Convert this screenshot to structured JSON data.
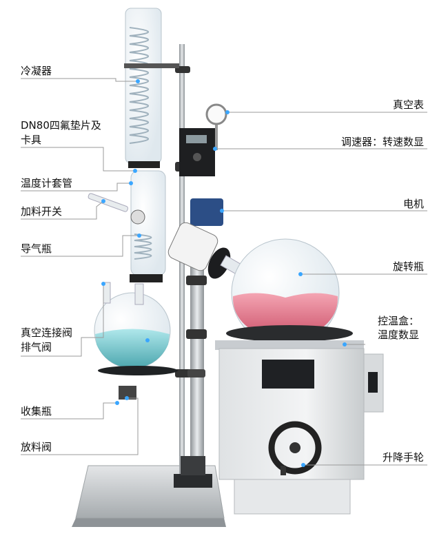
{
  "labels_left": {
    "condenser": "冷凝器",
    "gasket_line1": "DN80四氟垫片及",
    "gasket_line2": "卡具",
    "thermo_sleeve": "温度计套管",
    "feed_switch": "加料开关",
    "guide_bottle": "导气瓶",
    "vacuum_valve_line1": "真空连接阀",
    "vacuum_valve_line2": "排气阀",
    "collect_bottle": "收集瓶",
    "discharge_valve": "放料阀"
  },
  "labels_right": {
    "vacuum_gauge": "真空表",
    "speed_ctrl": "调速器：转速数显",
    "motor": "电机",
    "rotary_bottle": "旋转瓶",
    "temp_box_line1": "控温盒：",
    "temp_box_line2": "温度数显",
    "lift_wheel": "升降手轮"
  },
  "colors": {
    "callout_line": "#9a9a9a",
    "dot": "#3aa6ff",
    "liquid_red": "#e8738a",
    "liquid_teal": "#5fc2c7",
    "steel": "#cfd3d6"
  },
  "icons": {
    "callout_dot": "dot-icon"
  }
}
